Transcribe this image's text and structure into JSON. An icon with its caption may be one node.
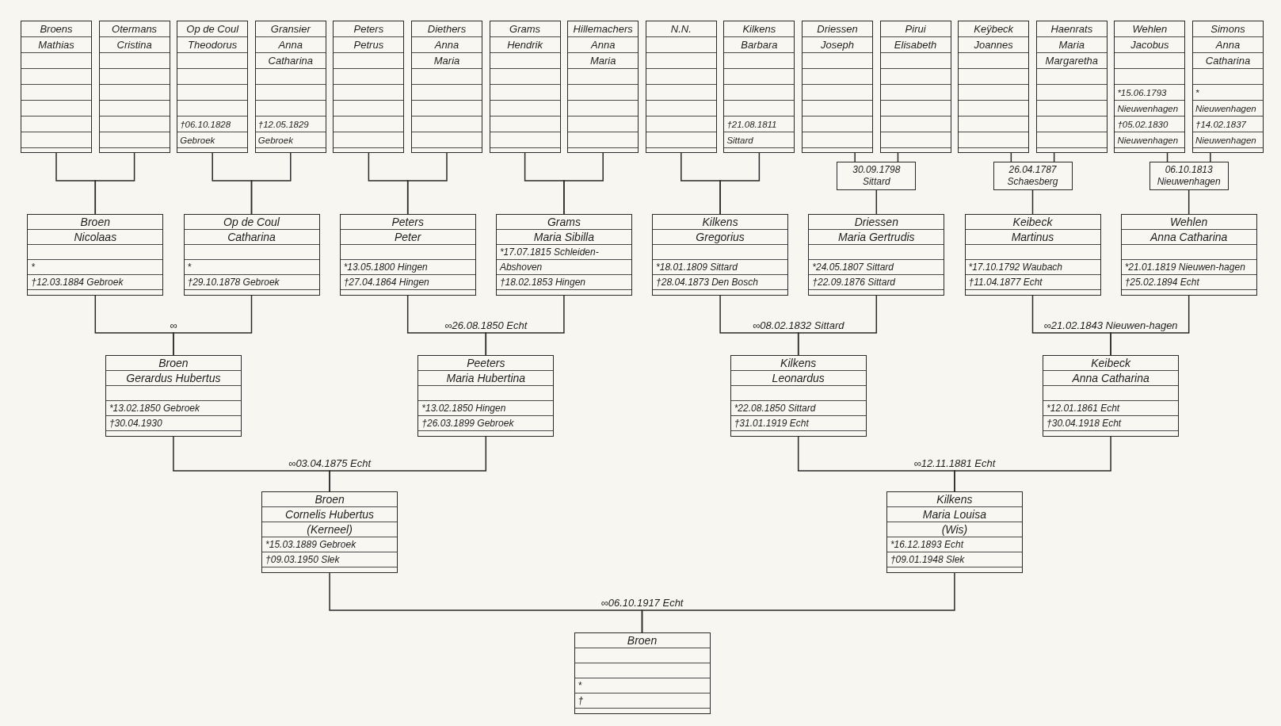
{
  "diagram": {
    "nodes": [
      {
        "text": [
          "Broens",
          "Mathias"
        ]
      },
      {
        "text": [
          "Otermans",
          "Cristina"
        ]
      },
      {
        "text": [
          "Op de Coul",
          "Theodorus",
          "†06.10.1828",
          "Gebroek"
        ]
      },
      {
        "text": [
          "Gransier",
          "Anna Catharina",
          "†12.05.1829",
          "Gebroek"
        ]
      },
      {
        "text": [
          "Peters",
          "Petrus"
        ]
      },
      {
        "text": [
          "Diethers",
          "Anna Maria"
        ]
      },
      {
        "text": [
          "Grams",
          "Hendrik"
        ]
      },
      {
        "text": [
          "Hillemachers",
          "Anna Maria"
        ]
      },
      {
        "text": [
          "N.N."
        ]
      },
      {
        "text": [
          "Kilkens",
          "Barbara",
          "†21.08.1811",
          "Sittard"
        ]
      },
      {
        "text": [
          "Driessen",
          "Joseph"
        ]
      },
      {
        "text": [
          "Pirui",
          "Elisabeth"
        ]
      },
      {
        "text": [
          "Keÿbeck",
          "Joannes"
        ]
      },
      {
        "text": [
          "Haenrats",
          "Maria Margaretha"
        ]
      },
      {
        "text": [
          "Wehlen",
          "Jacobus",
          "*15.06.1793",
          "Nieuwenhagen",
          "†05.02.1830",
          "Nieuwenhagen"
        ]
      },
      {
        "text": [
          "Simons",
          "Anna Catharina",
          "*",
          "Nieuwenhagen",
          "†14.02.1837",
          "Nieuwenhagen"
        ]
      },
      {
        "text": [
          "30.09.1798 Sittard"
        ]
      },
      {
        "text": [
          "26.04.1787 Schaesberg"
        ]
      },
      {
        "text": [
          "06.10.1813 Nieuwenhagen"
        ]
      },
      {
        "text": [
          "Broen",
          "Nicolaas",
          "*",
          "†12.03.1884 Gebroek"
        ]
      },
      {
        "text": [
          "Op de Coul",
          "Catharina",
          "*",
          "†29.10.1878 Gebroek"
        ]
      },
      {
        "text": [
          "Peters",
          "Peter",
          "*13.05.1800 Hingen",
          "†27.04.1864 Hingen"
        ]
      },
      {
        "text": [
          "Grams",
          "Maria Sibilla",
          "*17.07.1815 Schleiden-Abshoven",
          "†18.02.1853 Hingen"
        ]
      },
      {
        "text": [
          "Kilkens",
          "Gregorius",
          "*18.01.1809 Sittard",
          "†28.04.1873 Den Bosch"
        ]
      },
      {
        "text": [
          "Driessen",
          "Maria Gertrudis",
          "*24.05.1807 Sittard",
          "†22.09.1876 Sittard"
        ]
      },
      {
        "text": [
          "Keibeck",
          "Martinus",
          "*17.10.1792 Waubach",
          "†11.04.1877 Echt"
        ]
      },
      {
        "text": [
          "Wehlen",
          "Anna Catharina",
          "*21.01.1819 Nieuwen-hagen",
          "†25.02.1894 Echt"
        ]
      },
      {
        "text": [
          "Broen",
          "Gerardus Hubertus",
          "*13.02.1850 Gebroek",
          "†30.04.1930"
        ]
      },
      {
        "text": [
          "Peeters",
          "Maria Hubertina",
          "*13.02.1850 Hingen",
          "†26.03.1899 Gebroek"
        ]
      },
      {
        "text": [
          "Kilkens",
          "Leonardus",
          "*22.08.1850 Sittard",
          "†31.01.1919 Echt"
        ]
      },
      {
        "text": [
          "Keibeck",
          "Anna Catharina",
          "*12.01.1861 Echt",
          "†30.04.1918 Echt"
        ]
      },
      {
        "text": [
          "Broen",
          "Cornelis Hubertus",
          "(Kerneel)",
          "*15.03.1889 Gebroek",
          "†09.03.1950 Slek"
        ]
      },
      {
        "text": [
          "Kilkens",
          "Maria Louisa",
          "(Wis)",
          "*16.12.1893 Echt",
          "†09.01.1948 Slek"
        ]
      },
      {
        "text": [
          "Broen",
          "*",
          "†"
        ]
      }
    ],
    "edges": [
      {
        "from": 0,
        "to": 19,
        "arrow": "none"
      },
      {
        "from": 1,
        "to": 19,
        "arrow": "none"
      },
      {
        "from": 2,
        "to": 20,
        "arrow": "none"
      },
      {
        "from": 3,
        "to": 20,
        "arrow": "none"
      },
      {
        "from": 4,
        "to": 21,
        "arrow": "none"
      },
      {
        "from": 5,
        "to": 21,
        "arrow": "none"
      },
      {
        "from": 6,
        "to": 22,
        "arrow": "none"
      },
      {
        "from": 7,
        "to": 22,
        "arrow": "none"
      },
      {
        "from": 8,
        "to": 23,
        "arrow": "none"
      },
      {
        "from": 9,
        "to": 23,
        "arrow": "none"
      },
      {
        "from": 10,
        "to": 16,
        "arrow": "none"
      },
      {
        "from": 11,
        "to": 16,
        "arrow": "none"
      },
      {
        "from": 16,
        "to": 24,
        "arrow": "none"
      },
      {
        "from": 12,
        "to": 17,
        "arrow": "none"
      },
      {
        "from": 13,
        "to": 17,
        "arrow": "none"
      },
      {
        "from": 17,
        "to": 25,
        "arrow": "none"
      },
      {
        "from": 14,
        "to": 18,
        "arrow": "none"
      },
      {
        "from": 15,
        "to": 18,
        "arrow": "none"
      },
      {
        "from": 18,
        "to": 26,
        "arrow": "none"
      },
      {
        "from": 19,
        "to": 27,
        "arrow": "none"
      },
      {
        "from": 20,
        "to": 27,
        "arrow": "none",
        "label": "∞"
      },
      {
        "from": 21,
        "to": 28,
        "arrow": "none"
      },
      {
        "from": 22,
        "to": 28,
        "arrow": "none",
        "label": "∞26.08.1850 Echt"
      },
      {
        "from": 23,
        "to": 29,
        "arrow": "none"
      },
      {
        "from": 24,
        "to": 29,
        "arrow": "none",
        "label": "∞08.02.1832 Sittard"
      },
      {
        "from": 25,
        "to": 30,
        "arrow": "none"
      },
      {
        "from": 26,
        "to": 30,
        "arrow": "none",
        "label": "∞21.02.1843 Nieuwen-hagen"
      },
      {
        "from": 27,
        "to": 31,
        "arrow": "none"
      },
      {
        "from": 28,
        "to": 31,
        "arrow": "none",
        "label": "∞03.04.1875 Echt"
      },
      {
        "from": 29,
        "to": 32,
        "arrow": "none"
      },
      {
        "from": 30,
        "to": 32,
        "arrow": "none",
        "label": "∞12.11.1881 Echt"
      },
      {
        "from": 31,
        "to": 33,
        "arrow": "none"
      },
      {
        "from": 32,
        "to": 33,
        "arrow": "none",
        "label": "∞06.10.1917 Echt"
      }
    ]
  }
}
